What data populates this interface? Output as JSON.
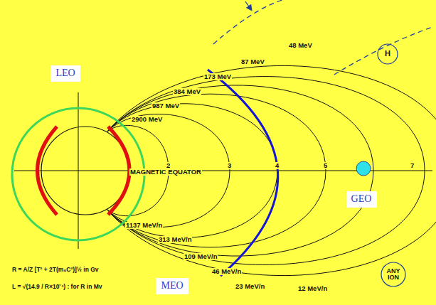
{
  "diagram": {
    "nodes": [
      {
        "text": [
          "LEO"
        ]
      },
      {
        "text": [
          "H"
        ]
      },
      {
        "text": [
          "GEO"
        ]
      },
      {
        "text": [
          "MEO"
        ]
      },
      {
        "text": [
          "ANY ION"
        ]
      }
    ],
    "labels": [
      "48 MeV",
      "87 MeV",
      "173 MeV",
      "384 MeV",
      "987 MeV",
      "2900 MeV",
      "MAGNETIC EQUATOR",
      "2",
      "3",
      "4",
      "5",
      "7",
      "1137 MeV/n",
      "313 MeV/n",
      "109 MeV/n",
      "46 MeV/n",
      "23 MeV/n",
      "12 MeV/n",
      "R = A/Z [T² + 2T(m₀C²)]½ in Gv",
      "L = √(14.9 / R×10⁻³) : for R in Mv"
    ]
  }
}
